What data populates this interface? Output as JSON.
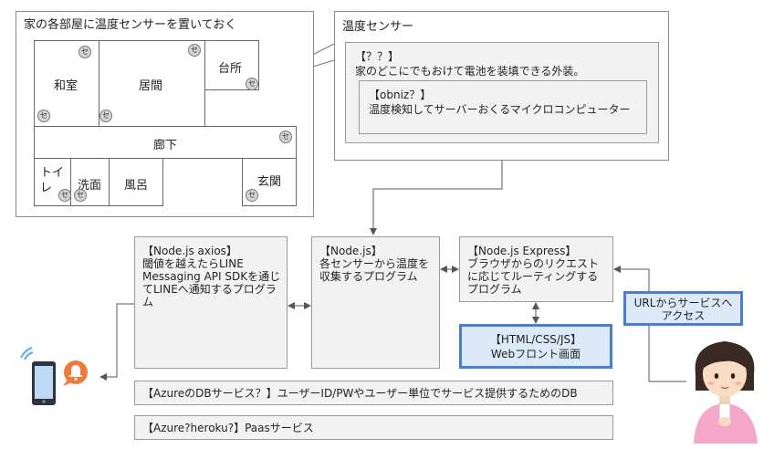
{
  "house": {
    "title": "家の各部屋に温度センサーを置いておく",
    "rooms": {
      "washitsu": "和室",
      "ima": "居間",
      "daidokoro": "台所",
      "rouka": "廊下",
      "toilet": "トイレ",
      "senmen": "洗面",
      "furo": "風呂",
      "genkan": "玄関"
    },
    "sensor_label": "セ"
  },
  "sensor_panel": {
    "title": "温度センサー",
    "case_title": "【？？】",
    "case_desc": "家のどこにでもおけて電池を装填できる外装。",
    "obniz_title": "【obniz？】",
    "obniz_desc": "温度検知してサーバーおくるマイクロコンピューター"
  },
  "axios_box": {
    "title": "【Node.js axios】",
    "desc": "閾値を越えたらLINE Messaging API SDKを通じてLINEへ通知するプログラム"
  },
  "node_box": {
    "title": "【Node.js】",
    "desc": "各センサーから温度を収集するプログラム"
  },
  "express_box": {
    "title": "【Node.js Express】",
    "desc": "ブラウザからのリクエストに応じてルーティングするプログラム"
  },
  "front_box": {
    "title": "【HTML/CSS/JS】",
    "desc": "Webフロント画面"
  },
  "url_box": {
    "text": "URLからサービスへアクセス"
  },
  "db_box": {
    "text": "【AzureのDBサービス？】ユーザーID/PWやユーザー単位でサービス提供するためのDB"
  },
  "paas_box": {
    "text": "【Azure?heroku?】Paasサービス"
  },
  "icons": {
    "phone": "smartphone-icon",
    "line": "line-notification-icon",
    "user": "user-with-phone-icon"
  },
  "colors": {
    "accent_blue": "#4a7fd0",
    "blue_fill": "#dce9f8",
    "box_fill": "#f2f2f2",
    "line_orange": "#f07a3c"
  }
}
